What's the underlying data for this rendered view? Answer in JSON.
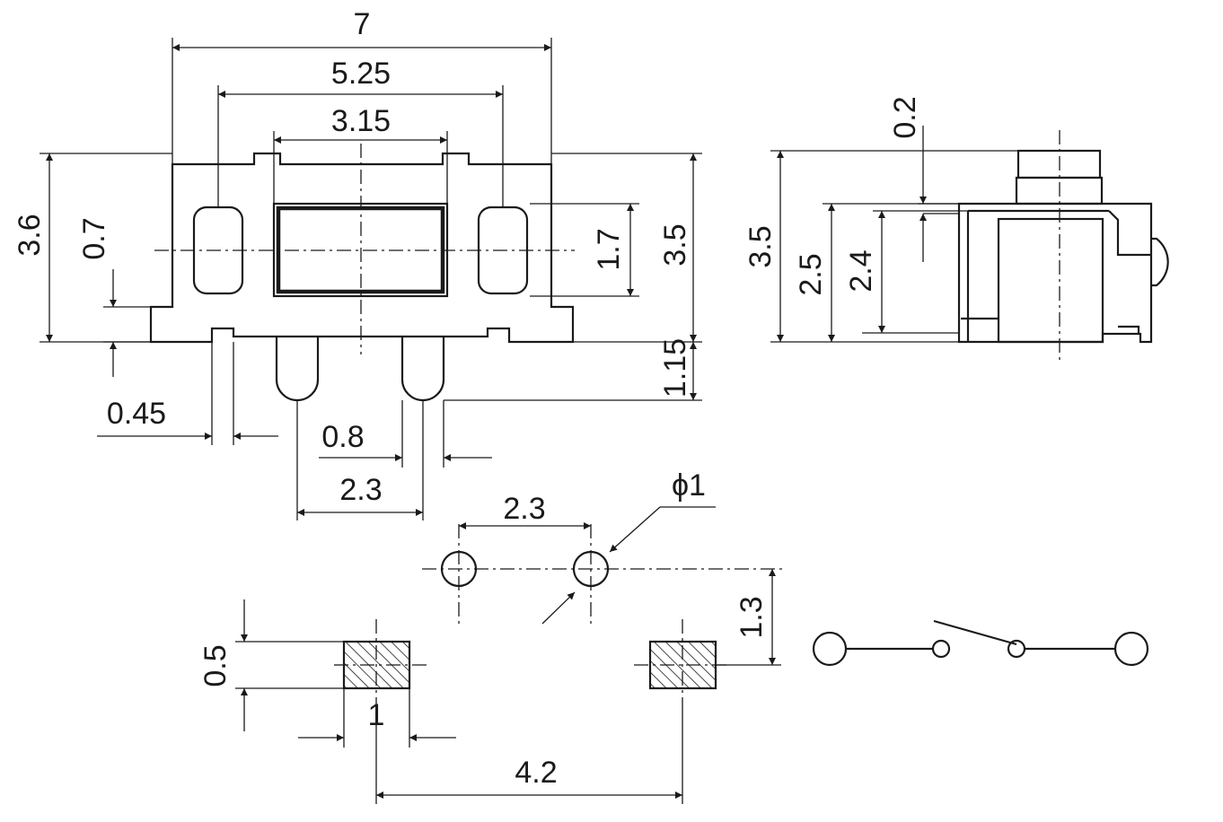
{
  "front_view": {
    "width": "7",
    "body_width": "5.25",
    "actuator_width": "3.15",
    "height_total": "3.6",
    "hole_offset": "0.7",
    "height_body": "3.5",
    "window_height": "1.7",
    "lead_length": "1.15",
    "tab_width": "0.45",
    "lead_width": "0.8",
    "lead_pitch": "2.3"
  },
  "side_view": {
    "actuator_travel": "0.2",
    "height": "3.5",
    "lower_height": "2.5",
    "inner_height": "2.4"
  },
  "pcb_layout": {
    "hole_pitch": "2.3",
    "hole_diameter": "ϕ1",
    "hole_to_pad": "1.3",
    "pad_height": "0.5",
    "pad_width": "1",
    "pad_pitch": "4.2"
  },
  "schematic": {
    "symbol": "switch-spst-icon"
  }
}
